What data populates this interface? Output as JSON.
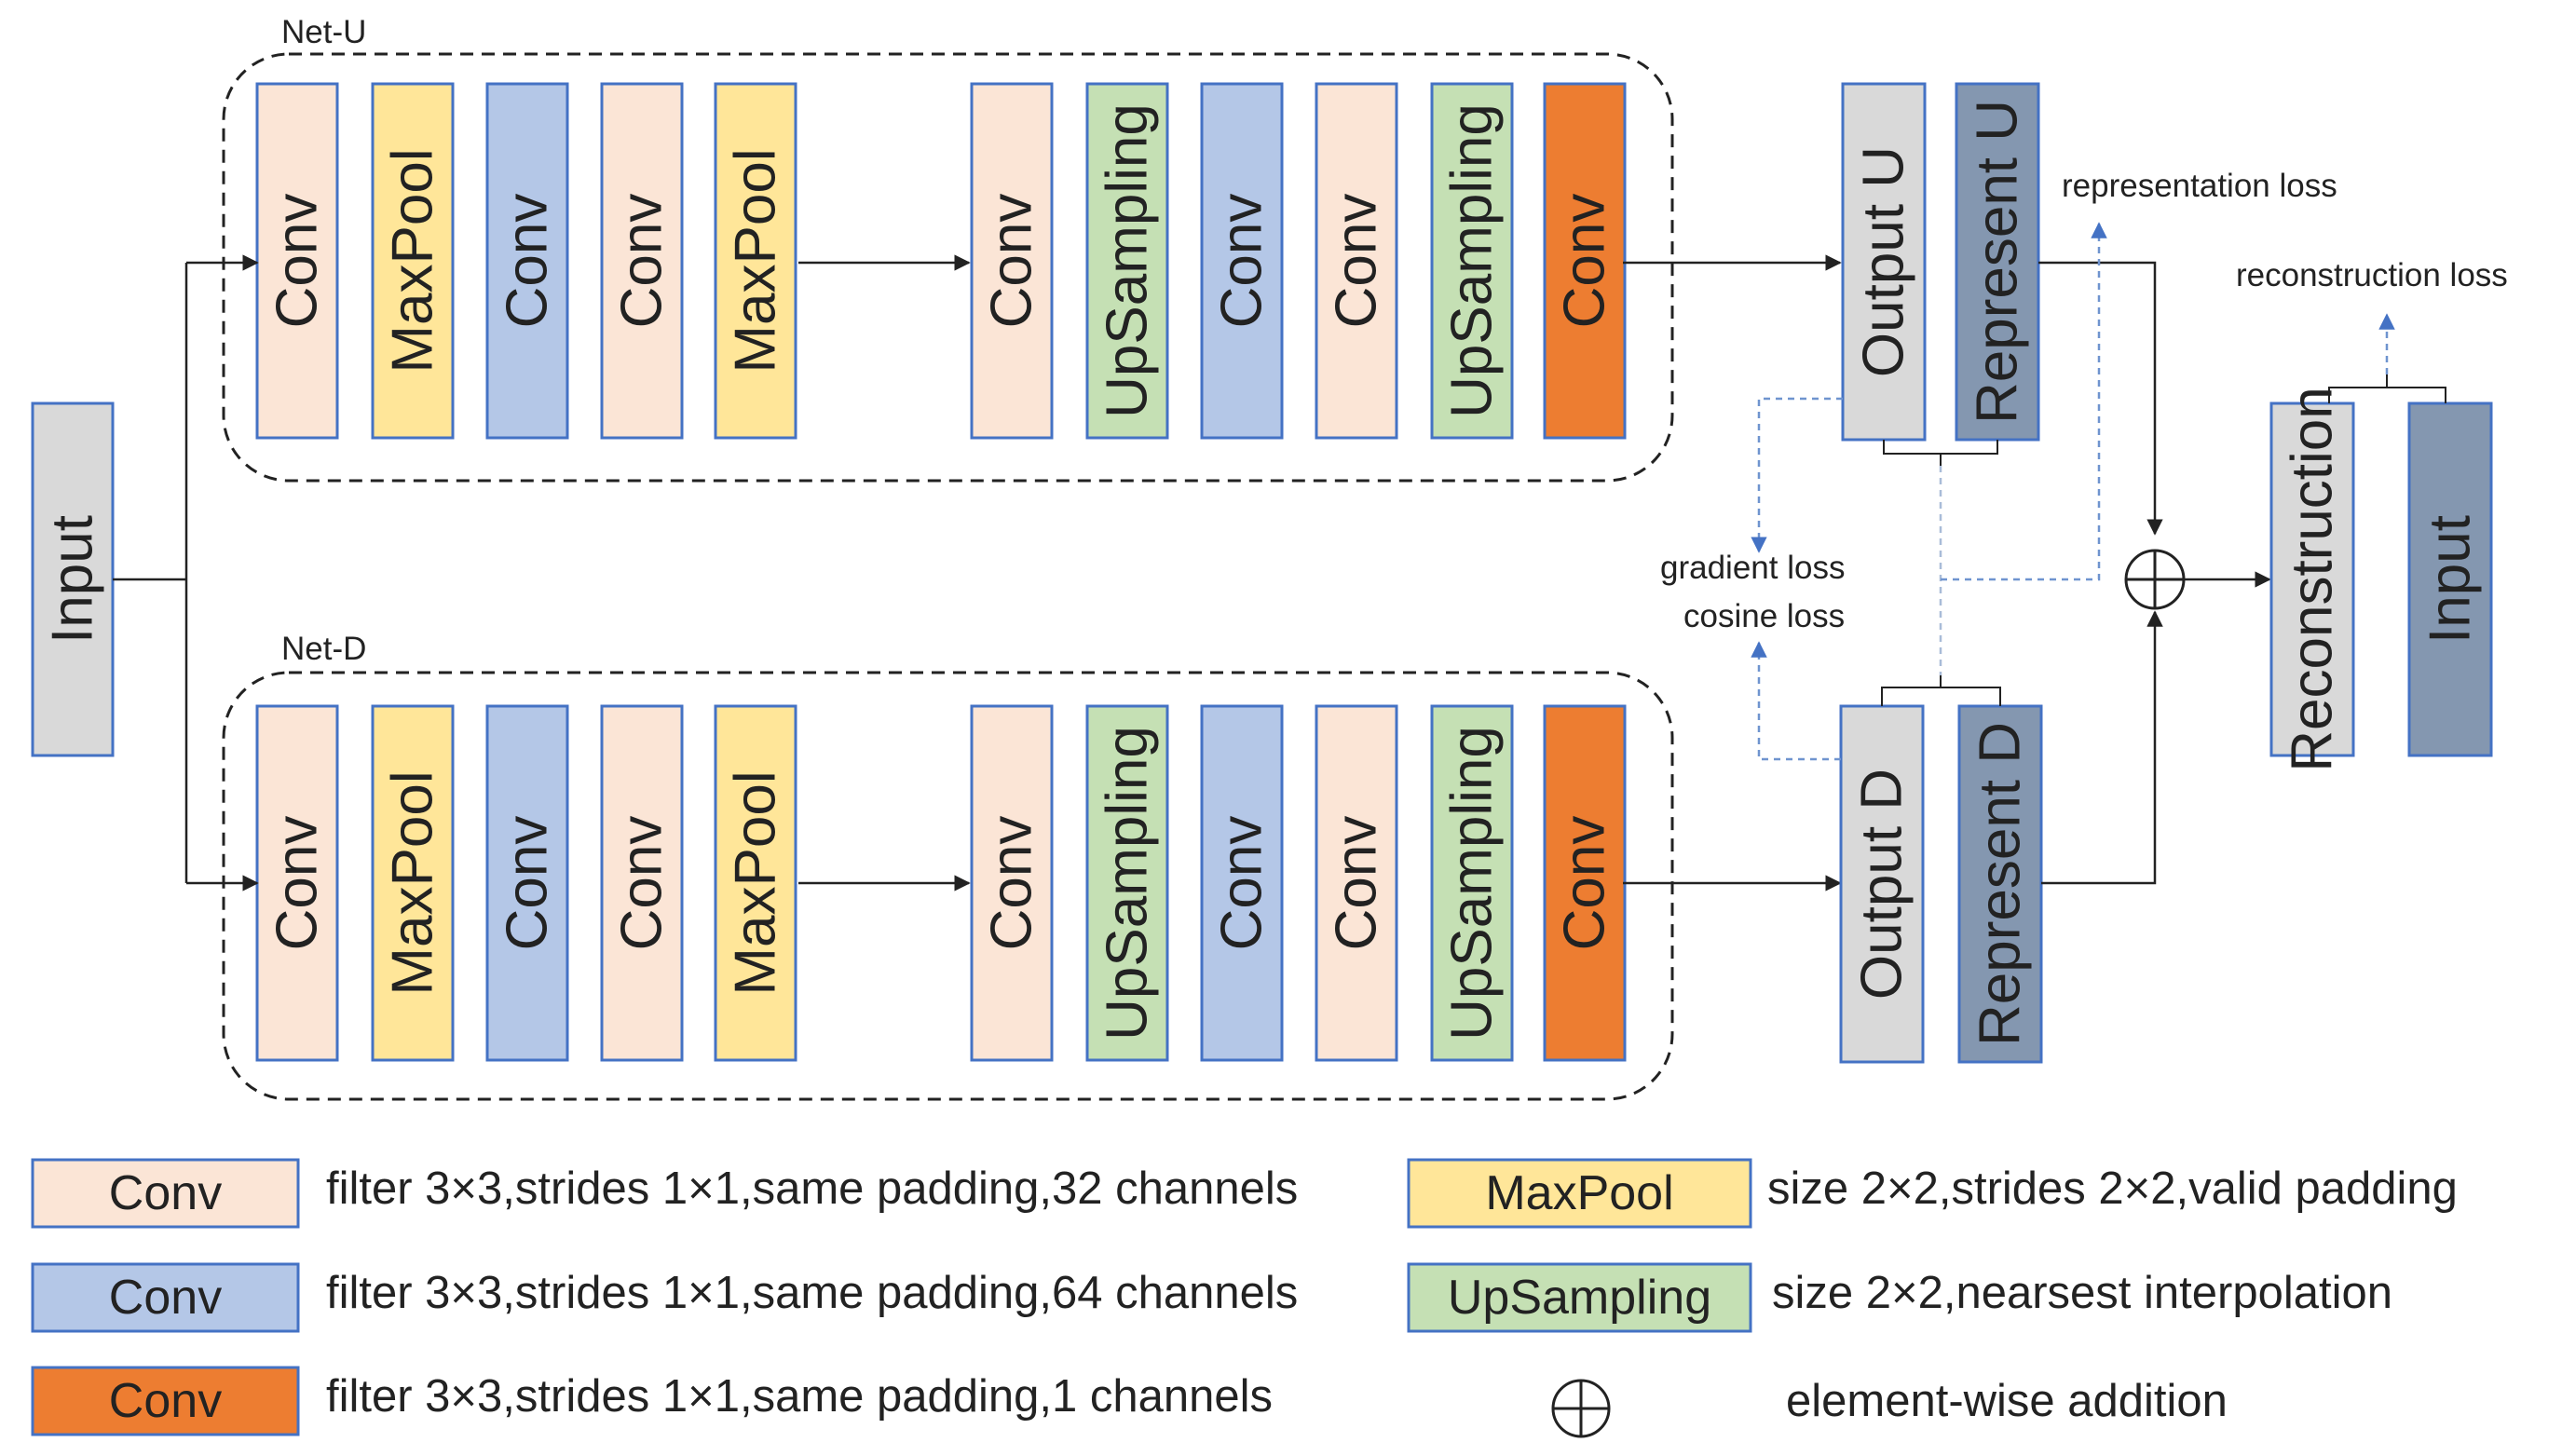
{
  "diagram": {
    "input_left": "Input",
    "input_right": "Input",
    "nets": {
      "top": {
        "title": "Net-U",
        "layers": [
          "Conv",
          "MaxPool",
          "Conv",
          "Conv",
          "MaxPool",
          "Conv",
          "UpSampling",
          "Conv",
          "Conv",
          "UpSampling",
          "Conv"
        ],
        "kinds": [
          "conv32",
          "maxpool",
          "conv64",
          "conv32",
          "maxpool",
          "conv32",
          "upsampling",
          "conv64",
          "conv32",
          "upsampling",
          "conv1"
        ]
      },
      "bottom": {
        "title": "Net-D",
        "layers": [
          "Conv",
          "MaxPool",
          "Conv",
          "Conv",
          "MaxPool",
          "Conv",
          "UpSampling",
          "Conv",
          "Conv",
          "UpSampling",
          "Conv"
        ],
        "kinds": [
          "conv32",
          "maxpool",
          "conv64",
          "conv32",
          "maxpool",
          "conv32",
          "upsampling",
          "conv64",
          "conv32",
          "upsampling",
          "conv1"
        ]
      }
    },
    "outputs": {
      "output_u": "Output U",
      "represent_u": "Represent U",
      "output_d": "Output D",
      "represent_d": "Represent D"
    },
    "reconstruction": "Reconstruction",
    "losses": {
      "representation": "representation loss",
      "reconstruction": "reconstruction loss",
      "gradient": "gradient loss",
      "cosine": "cosine loss"
    }
  },
  "legend": [
    {
      "kind": "conv32",
      "label": "Conv",
      "desc": "filter 3×3,strides 1×1,same padding,32 channels"
    },
    {
      "kind": "conv64",
      "label": "Conv",
      "desc": "filter 3×3,strides 1×1,same padding,64 channels"
    },
    {
      "kind": "conv1",
      "label": "Conv",
      "desc": "filter 3×3,strides 1×1,same padding,1 channels"
    },
    {
      "kind": "maxpool",
      "label": "MaxPool",
      "desc": "size 2×2,strides 2×2,valid padding"
    },
    {
      "kind": "upsampling",
      "label": "UpSampling",
      "desc": "size 2×2,nearsest interpolation"
    },
    {
      "kind": "add",
      "label": "",
      "desc": "element-wise addition"
    }
  ],
  "colors": {
    "conv32": {
      "fill": "#fbe5d6",
      "stroke": "#4472c4"
    },
    "conv64": {
      "fill": "#b4c7e7",
      "stroke": "#4472c4"
    },
    "conv1": {
      "fill": "#ed7d31",
      "stroke": "#4472c4"
    },
    "maxpool": {
      "fill": "#ffe699",
      "stroke": "#4472c4"
    },
    "upsampling": {
      "fill": "#c5e0b4",
      "stroke": "#4472c4"
    },
    "output": {
      "fill": "#d9d9d9",
      "stroke": "#4472c4"
    },
    "represent": {
      "fill": "#8497b0",
      "stroke": "#4472c4"
    },
    "input": {
      "fill": "#d9d9d9",
      "stroke": "#4472c4"
    },
    "dashed_link": "#4472c4",
    "line": "#222222"
  },
  "icons": {
    "add": "circle-plus-icon",
    "arrow": "arrow-head-icon"
  }
}
